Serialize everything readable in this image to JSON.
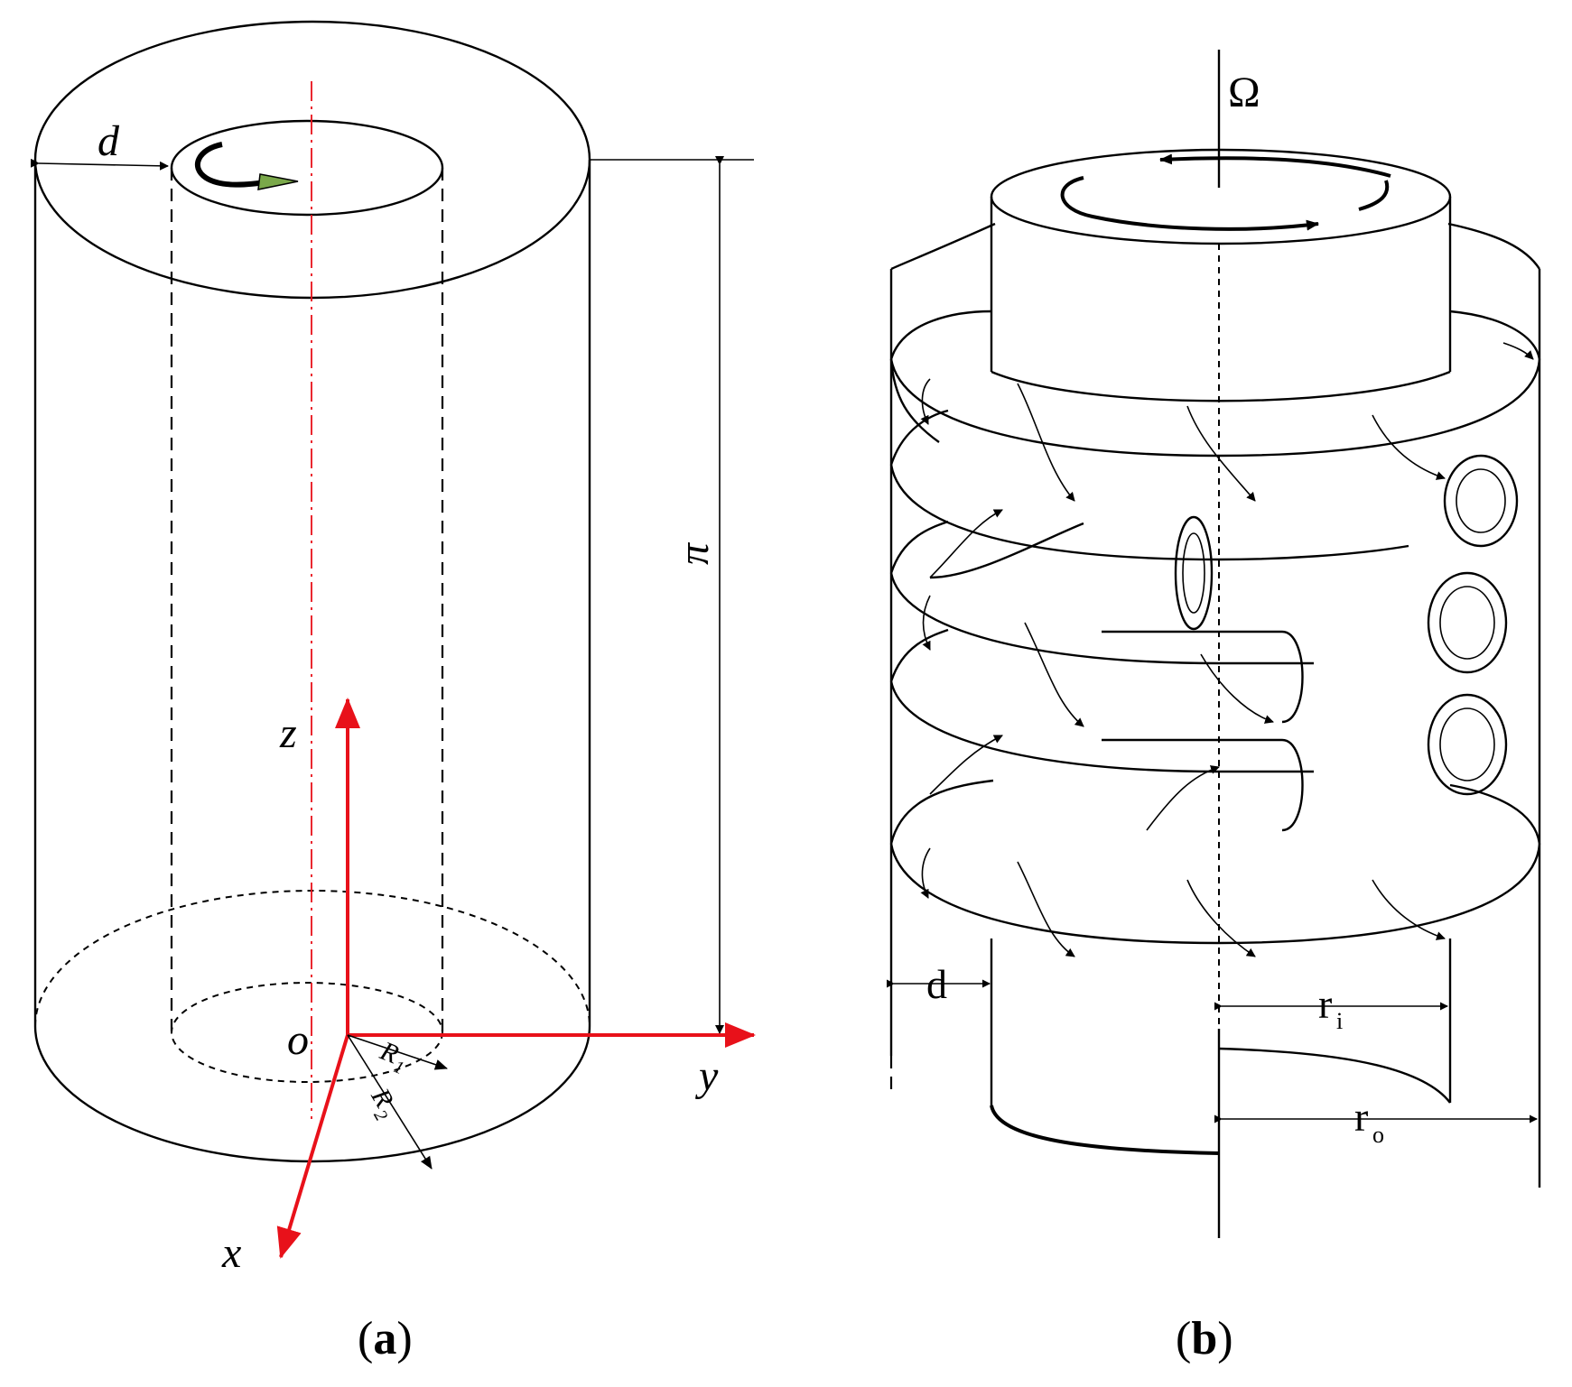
{
  "panel_a": {
    "label_d": "d",
    "label_h": "π",
    "label_z": "z",
    "label_o": "o",
    "label_y": "y",
    "label_x": "x",
    "label_r1": "R",
    "label_r1_sub": "1",
    "label_r2": "R",
    "label_r2_sub": "2",
    "caption_open": "(",
    "caption_letter": "a",
    "caption_close": ")"
  },
  "panel_b": {
    "label_omega": "Ω",
    "label_d": "d",
    "label_ri": "r",
    "label_ri_sub": "i",
    "label_ro": "r",
    "label_ro_sub": "o",
    "caption_open": "(",
    "caption_letter": "b",
    "caption_close": ")"
  },
  "colors": {
    "axis": "#e8111a",
    "rotation_arrow": "#7aa84a"
  }
}
